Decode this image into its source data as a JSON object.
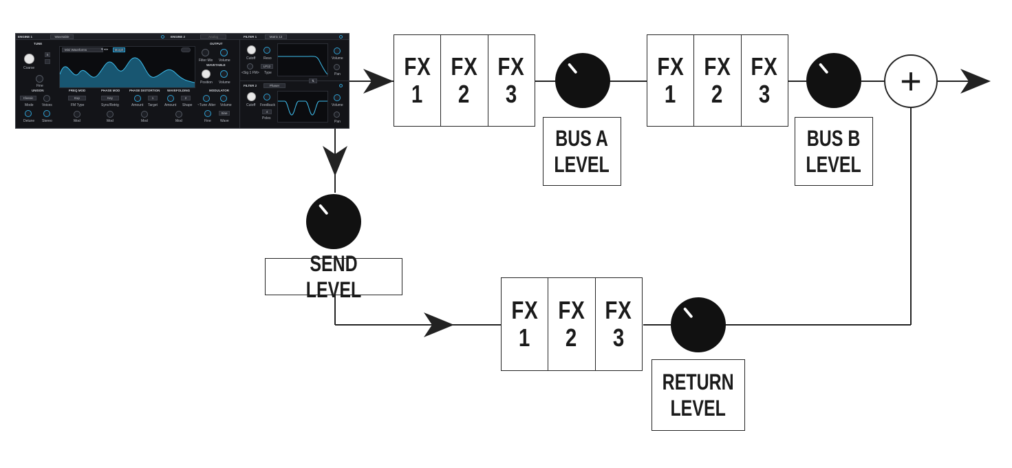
{
  "synth": {
    "engine1": {
      "title": "ENGINE 1",
      "type": "Wavetable"
    },
    "engine2": {
      "title": "ENGINE 2",
      "type": "Analog"
    },
    "tune": {
      "title": "TUNE",
      "coarse": "Coarse",
      "fine": "Fine",
      "badge": "S"
    },
    "wavetable_select": "Mini Waveforms",
    "morph": "Morph",
    "output": {
      "title": "OUTPUT",
      "filter_mix": "Filter Mix",
      "volume": "Volume"
    },
    "wavetable": {
      "title": "WAVETABLE",
      "position": "Position",
      "volume": "Volume"
    },
    "unison": {
      "title": "UNISON",
      "mode_value": "Classic",
      "mode": "Mode",
      "voices": "Voices",
      "detune": "Detune",
      "stereo": "Stereo"
    },
    "freq_mod": {
      "title": "FREQ MOD",
      "value": "Exp",
      "label": "FM Type",
      "mod": "Mod"
    },
    "phase_mod": {
      "title": "PHASE MOD",
      "value": "Key",
      "label": "Sync/Retrig",
      "mod": "Mod"
    },
    "phase_distortion": {
      "title": "PHASE DISTORTION",
      "amount": "Amount",
      "target_value": "1",
      "target": "Target",
      "mod": "Mod"
    },
    "wavefolding": {
      "title": "WAVEFOLDING",
      "amount": "Amount",
      "shape_value": "2",
      "shape": "Shape",
      "mod": "Mod"
    },
    "modulator": {
      "title": "MODULATOR",
      "tune": "~Tune",
      "alter": "Alter",
      "volume": "Volume",
      "fine": "Fine",
      "wave_value": "Sine",
      "wave": "Wave"
    },
    "filter1": {
      "title": "FILTER 1",
      "type_value": "Matrix 12",
      "cutoff": "Cutoff",
      "reso": "Reso",
      "sig": "<Sig 1 FM>",
      "type_box": "LP12",
      "type": "Type",
      "volume": "Volume",
      "pan": "Pan"
    },
    "filter2": {
      "title": "FILTER 2",
      "type_value": "Phaser",
      "cutoff": "Cutoff",
      "feedback": "Feedback",
      "poles_value": "4",
      "poles": "Poles",
      "volume": "Volume",
      "pan": "Pan"
    }
  },
  "diagram": {
    "bus_a_fx": [
      {
        "line1": "FX",
        "line2": "1"
      },
      {
        "line1": "FX",
        "line2": "2"
      },
      {
        "line1": "FX",
        "line2": "3"
      }
    ],
    "bus_b_fx": [
      {
        "line1": "FX",
        "line2": "1"
      },
      {
        "line1": "FX",
        "line2": "2"
      },
      {
        "line1": "FX",
        "line2": "3"
      }
    ],
    "send_fx": [
      {
        "line1": "FX",
        "line2": "1"
      },
      {
        "line1": "FX",
        "line2": "2"
      },
      {
        "line1": "FX",
        "line2": "3"
      }
    ],
    "bus_a_level": "BUS A\nLEVEL",
    "bus_b_level": "BUS B\nLEVEL",
    "send_level": "SEND LEVEL",
    "return_level": "RETURN\nLEVEL",
    "sum": "+"
  },
  "colors": {
    "accent": "#2ea3d6",
    "line": "#222222",
    "panel": "#131418"
  }
}
